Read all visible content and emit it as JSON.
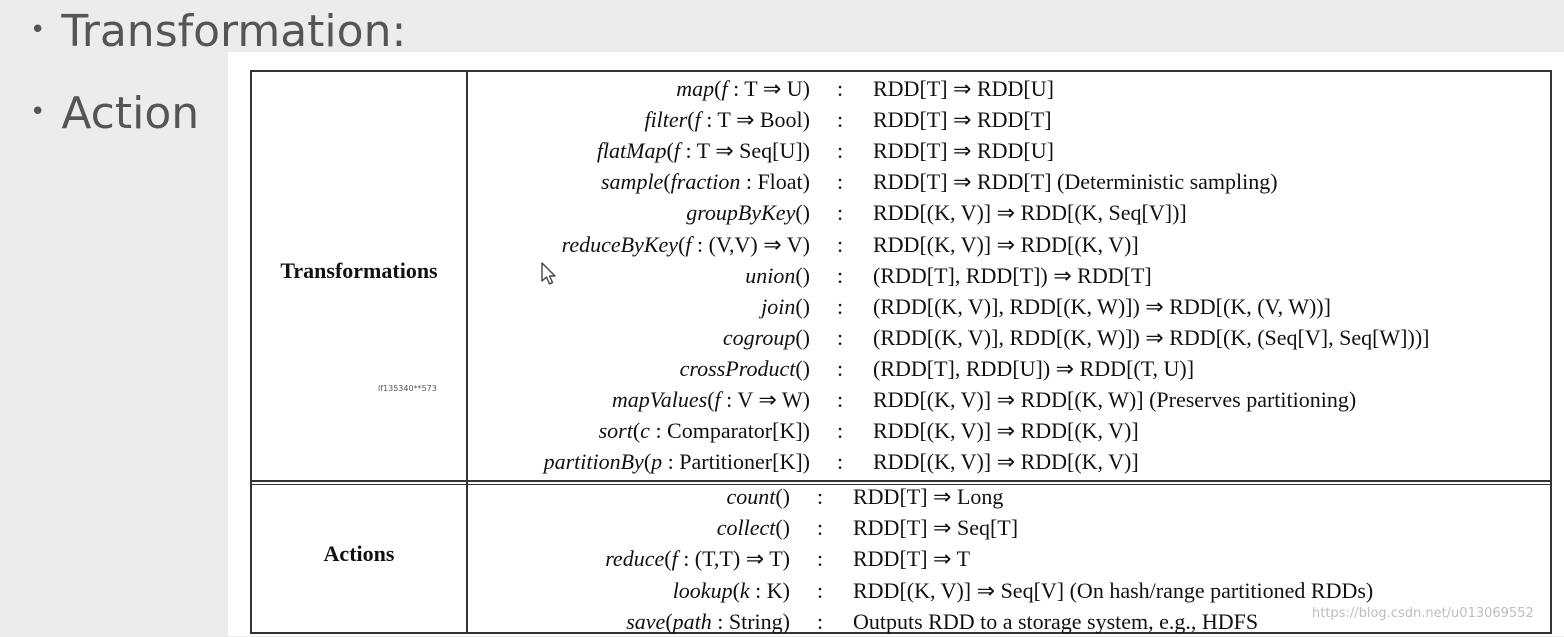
{
  "slide": {
    "bullets": [
      "Transformation:",
      "Action"
    ],
    "bullet_symbol": "•"
  },
  "table": {
    "sections": [
      {
        "label": "Transformations",
        "rows": [
          {
            "name": "map",
            "args_pre": "(",
            "param": "f",
            "param_type": " : T ⇒ U)",
            "sep": ":",
            "result": "RDD[T] ⇒ RDD[U]"
          },
          {
            "name": "filter",
            "args_pre": "(",
            "param": "f",
            "param_type": " : T ⇒ Bool)",
            "sep": ":",
            "result": "RDD[T] ⇒ RDD[T]"
          },
          {
            "name": "flatMap",
            "args_pre": "(",
            "param": "f",
            "param_type": " : T ⇒ Seq[U])",
            "sep": ":",
            "result": "RDD[T] ⇒ RDD[U]"
          },
          {
            "name": "sample",
            "args_pre": "(",
            "param": "fraction",
            "param_type": " : Float)",
            "sep": ":",
            "result": "RDD[T] ⇒ RDD[T]  (Deterministic sampling)"
          },
          {
            "name": "groupByKey",
            "args_pre": "()",
            "param": "",
            "param_type": "",
            "sep": ":",
            "result": "RDD[(K, V)] ⇒ RDD[(K, Seq[V])]"
          },
          {
            "name": "reduceByKey",
            "args_pre": "(",
            "param": "f",
            "param_type": " : (V,V) ⇒ V)",
            "sep": ":",
            "result": "RDD[(K, V)] ⇒ RDD[(K, V)]"
          },
          {
            "name": "union",
            "args_pre": "()",
            "param": "",
            "param_type": "",
            "sep": ":",
            "result": "(RDD[T], RDD[T]) ⇒ RDD[T]"
          },
          {
            "name": "join",
            "args_pre": "()",
            "param": "",
            "param_type": "",
            "sep": ":",
            "result": "(RDD[(K, V)], RDD[(K, W)]) ⇒ RDD[(K, (V, W))]"
          },
          {
            "name": "cogroup",
            "args_pre": "()",
            "param": "",
            "param_type": "",
            "sep": ":",
            "result": "(RDD[(K, V)], RDD[(K, W)]) ⇒ RDD[(K, (Seq[V], Seq[W]))]"
          },
          {
            "name": "crossProduct",
            "args_pre": "()",
            "param": "",
            "param_type": "",
            "sep": ":",
            "result": "(RDD[T], RDD[U]) ⇒ RDD[(T, U)]"
          },
          {
            "name": "mapValues",
            "args_pre": "(",
            "param": "f",
            "param_type": " : V ⇒ W)",
            "sep": ":",
            "result": "RDD[(K, V)] ⇒ RDD[(K, W)]  (Preserves partitioning)"
          },
          {
            "name": "sort",
            "args_pre": "(",
            "param": "c",
            "param_type": " : Comparator[K])",
            "sep": ":",
            "result": "RDD[(K, V)] ⇒ RDD[(K, V)]"
          },
          {
            "name": "partitionBy",
            "args_pre": "(",
            "param": "p",
            "param_type": " : Partitioner[K])",
            "sep": ":",
            "result": "RDD[(K, V)] ⇒ RDD[(K, V)]"
          }
        ]
      },
      {
        "label": "Actions",
        "rows": [
          {
            "name": "count",
            "args_pre": "()",
            "param": "",
            "param_type": "",
            "sep": ":",
            "result": "RDD[T] ⇒ Long"
          },
          {
            "name": "collect",
            "args_pre": "()",
            "param": "",
            "param_type": "",
            "sep": ":",
            "result": "RDD[T] ⇒ Seq[T]"
          },
          {
            "name": "reduce",
            "args_pre": "(",
            "param": "f",
            "param_type": " : (T,T) ⇒ T)",
            "sep": ":",
            "result": "RDD[T] ⇒ T"
          },
          {
            "name": "lookup",
            "args_pre": "(",
            "param": "k",
            "param_type": " : K)",
            "sep": ":",
            "result": "RDD[(K, V)] ⇒ Seq[V]  (On hash/range partitioned RDDs)"
          },
          {
            "name": "save",
            "args_pre": "(",
            "param": "path",
            "param_type": " : String)",
            "sep": ":",
            "result": "Outputs RDD to a storage system, e.g., HDFS"
          }
        ]
      }
    ],
    "small_watermark": "lf135340**573"
  },
  "site_watermark": "https://blog.csdn.net/u013069552",
  "colors": {
    "slide_background": "#ececec",
    "bullet_text": "#555555",
    "table_border": "#333333",
    "watermark": "#bdbdbd"
  }
}
